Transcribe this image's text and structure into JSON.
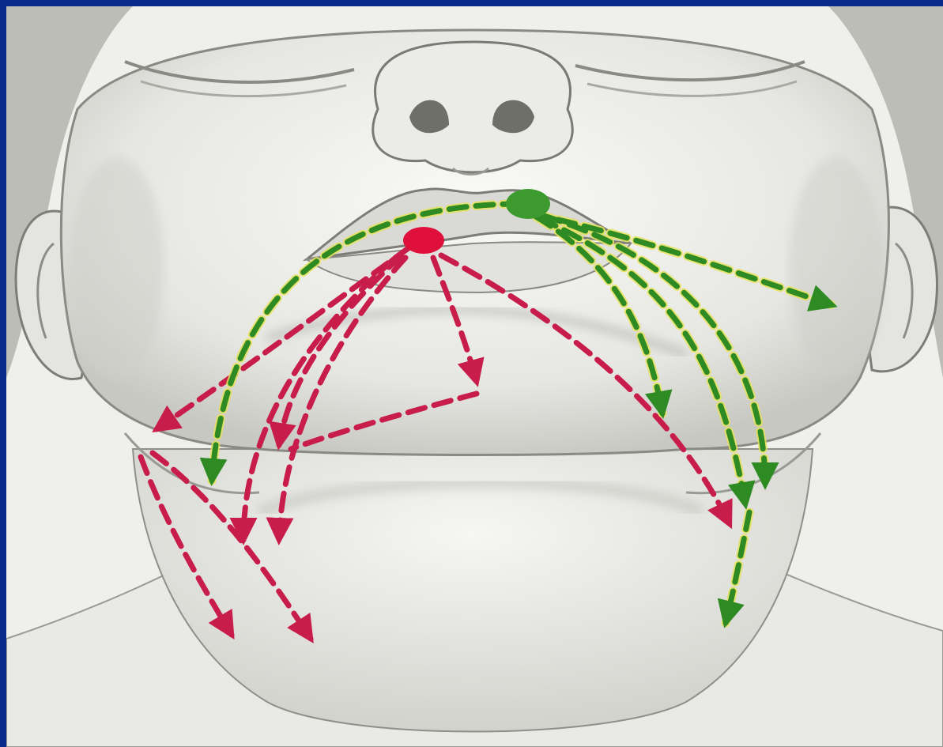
{
  "colors": {
    "frame": "#0a2a8a",
    "paper": "#efefec",
    "skin": "#f3f3f0",
    "skin_shadow": "#b9b9b4",
    "pencil": "#6e6e6a",
    "red_path": "#c81c4a",
    "red_node": "#e0103c",
    "green_path": "#2e8a22",
    "green_highlight": "#e6e25a",
    "green_node": "#3c9a2e"
  },
  "drainage_sources": [
    {
      "id": "lower-lip-midline",
      "color": "red"
    },
    {
      "id": "lip-corner",
      "color": "green"
    }
  ]
}
